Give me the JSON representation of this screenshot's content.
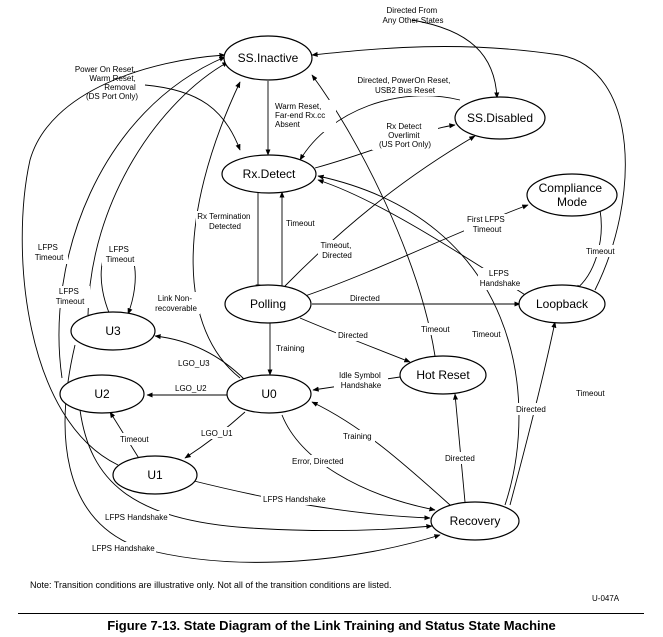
{
  "states": {
    "ss_inactive": "SS.Inactive",
    "ss_disabled": "SS.Disabled",
    "rx_detect": "Rx.Detect",
    "compliance_mode": [
      "Compliance",
      "Mode"
    ],
    "polling": "Polling",
    "loopback": "Loopback",
    "u0": "U0",
    "u1": "U1",
    "u2": "U2",
    "u3": "U3",
    "hot_reset": "Hot Reset",
    "recovery": "Recovery"
  },
  "labels": {
    "directed_from_any": [
      "Directed From",
      "Any Other States"
    ],
    "power_on_reset": [
      "Power On Reset,",
      "Warm Reset,",
      "Removal",
      "(DS Port Only)"
    ],
    "directed_poweron": [
      "Directed, PowerOn Reset,",
      "USB2 Bus Reset"
    ],
    "warm_reset": [
      "Warm Reset,",
      "Far-end Rx.cc",
      "Absent"
    ],
    "rx_detect_overlimit": [
      "Rx Detect",
      "Overlimit",
      "(US Port Only)"
    ],
    "rx_termination": [
      "Rx Termination",
      "Detected"
    ],
    "timeout_rx": "Timeout",
    "timeout_directed": [
      "Timeout,",
      "Directed"
    ],
    "first_lfps": [
      "First LFPS",
      "Timeout"
    ],
    "lfps_timeout_left": [
      "LFPS",
      "Timeout"
    ],
    "lfps_timeout_u3": [
      "LFPS",
      "Timeout"
    ],
    "lfps_timeout_u2": [
      "LFPS",
      "Timeout"
    ],
    "link_nonrecoverable": [
      "Link Non-",
      "recoverable"
    ],
    "directed_loopback": "Directed",
    "lfps_handshake_lb": [
      "LFPS",
      "Handshake"
    ],
    "timeout_loopback": "Timeout",
    "directed_hotreset": "Directed",
    "timeout_hotreset": "Timeout",
    "timeout_polling_right": "Timeout",
    "training_polling": "Training",
    "lgo_u3": "LGO_U3",
    "lgo_u2": "LGO_U2",
    "lgo_u1": "LGO_U1",
    "idle_symbol": [
      "Idle Symbol",
      "Handshake"
    ],
    "timeout_u1": "Timeout",
    "training_rec": "Training",
    "error_directed": "Error, Directed",
    "directed_rec_hot": "Directed",
    "directed_rec_lb": "Directed",
    "timeout_rec_right": "Timeout",
    "lfps_handshake_u1": "LFPS Handshake",
    "lfps_handshake_u2": "LFPS Handshake",
    "lfps_handshake_u3": "LFPS Handshake"
  },
  "note": "Note: Transition conditions are illustrative only.  Not all of the transition conditions are listed.",
  "figure_id": "U-047A",
  "caption": "Figure 7-13.  State Diagram of the Link Training and Status State Machine"
}
